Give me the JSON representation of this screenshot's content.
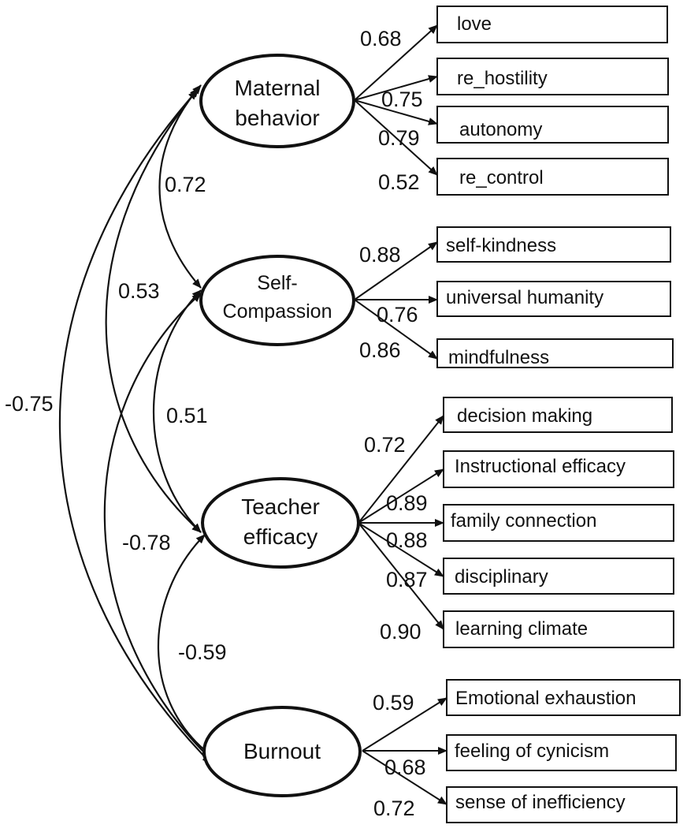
{
  "latents": {
    "maternal": [
      "Maternal",
      "behavior"
    ],
    "compassion": [
      "Self-",
      "Compassion"
    ],
    "efficacy": [
      "Teacher",
      "efficacy"
    ],
    "burnout": [
      "Burnout"
    ]
  },
  "indicators": {
    "love": "love",
    "re_hostility": "re_hostility",
    "autonomy": "autonomy",
    "re_control": "re_control",
    "self_kindness": "self-kindness",
    "universal_humanity": "universal humanity",
    "mindfulness": "mindfulness",
    "decision_making": "decision making",
    "instructional_efficacy": "Instructional efficacy",
    "family_connection": "family connection",
    "disciplinary": "disciplinary",
    "learning_climate": "learning climate",
    "emotional_exhaustion": "Emotional exhaustion",
    "feeling_of_cynicism": "feeling of cynicism",
    "sense_of_inefficiency": "sense of inefficiency"
  },
  "loadings": {
    "love": "0.68",
    "re_hostility": "0.75",
    "autonomy": "0.79",
    "re_control": "0.52",
    "self_kindness": "0.88",
    "universal_humanity": "0.76",
    "mindfulness": "0.86",
    "decision_making": "0.72",
    "instructional_efficacy": "0.89",
    "family_connection": "0.88",
    "disciplinary": "0.87",
    "learning_climate": "0.90",
    "emotional_exhaustion": "0.59",
    "feeling_of_cynicism": "0.68",
    "sense_of_inefficiency": "0.72"
  },
  "correlations": {
    "maternal_compassion": "0.72",
    "maternal_efficacy": "0.53",
    "maternal_burnout": "-0.75",
    "compassion_efficacy": "0.51",
    "compassion_burnout": "-0.78",
    "efficacy_burnout": "-0.59"
  }
}
